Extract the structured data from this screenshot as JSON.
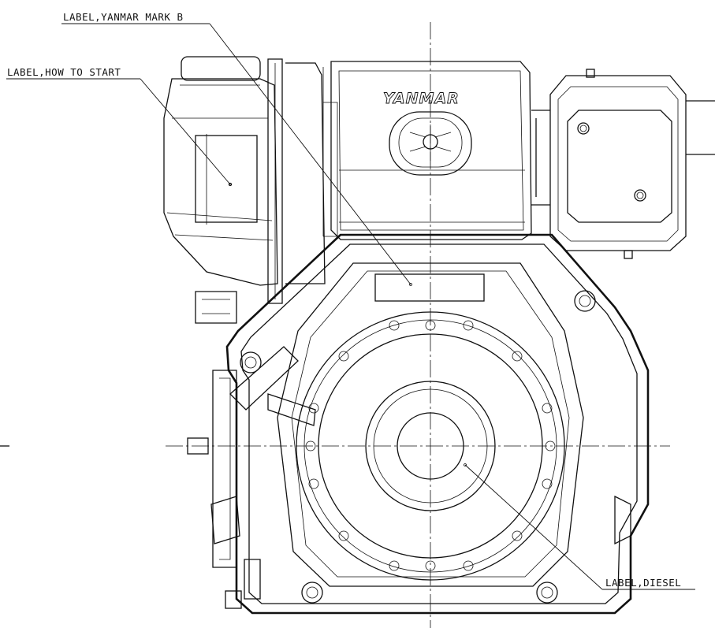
{
  "labels": {
    "yanmar_mark": "LABEL,YANMAR MARK B",
    "how_to_start": "LABEL,HOW TO START",
    "diesel": "LABEL,DIESEL"
  },
  "logo_text": "YANMAR"
}
